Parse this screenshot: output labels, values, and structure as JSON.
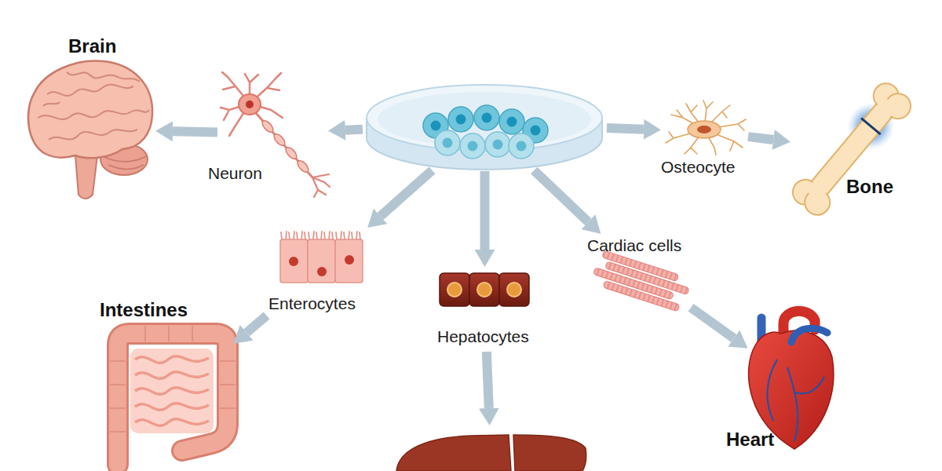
{
  "diagram": {
    "nodes": [
      {
        "text": [
          "Brain"
        ]
      },
      {
        "text": [
          "Neuron"
        ]
      },
      {
        "text": []
      },
      {
        "text": [
          "Osteocyte"
        ]
      },
      {
        "text": [
          "Bone"
        ]
      },
      {
        "text": [
          "Enterocytes"
        ]
      },
      {
        "text": [
          "Hepatocytes"
        ]
      },
      {
        "text": [
          "Cardiac cells"
        ]
      },
      {
        "text": [
          "Intestines"
        ]
      },
      {
        "text": []
      },
      {
        "text": [
          "Heart"
        ]
      }
    ],
    "edges": [
      {
        "from": 2,
        "to": 1,
        "arrow": "to"
      },
      {
        "from": 1,
        "to": 0,
        "arrow": "to"
      },
      {
        "from": 2,
        "to": 3,
        "arrow": "to"
      },
      {
        "from": 3,
        "to": 4,
        "arrow": "to"
      },
      {
        "from": 2,
        "to": 5,
        "arrow": "to"
      },
      {
        "from": 5,
        "to": 8,
        "arrow": "to"
      },
      {
        "from": 2,
        "to": 6,
        "arrow": "to"
      },
      {
        "from": 6,
        "to": 9,
        "arrow": "to"
      },
      {
        "from": 2,
        "to": 7,
        "arrow": "to"
      },
      {
        "from": 7,
        "to": 10,
        "arrow": "to"
      }
    ]
  }
}
